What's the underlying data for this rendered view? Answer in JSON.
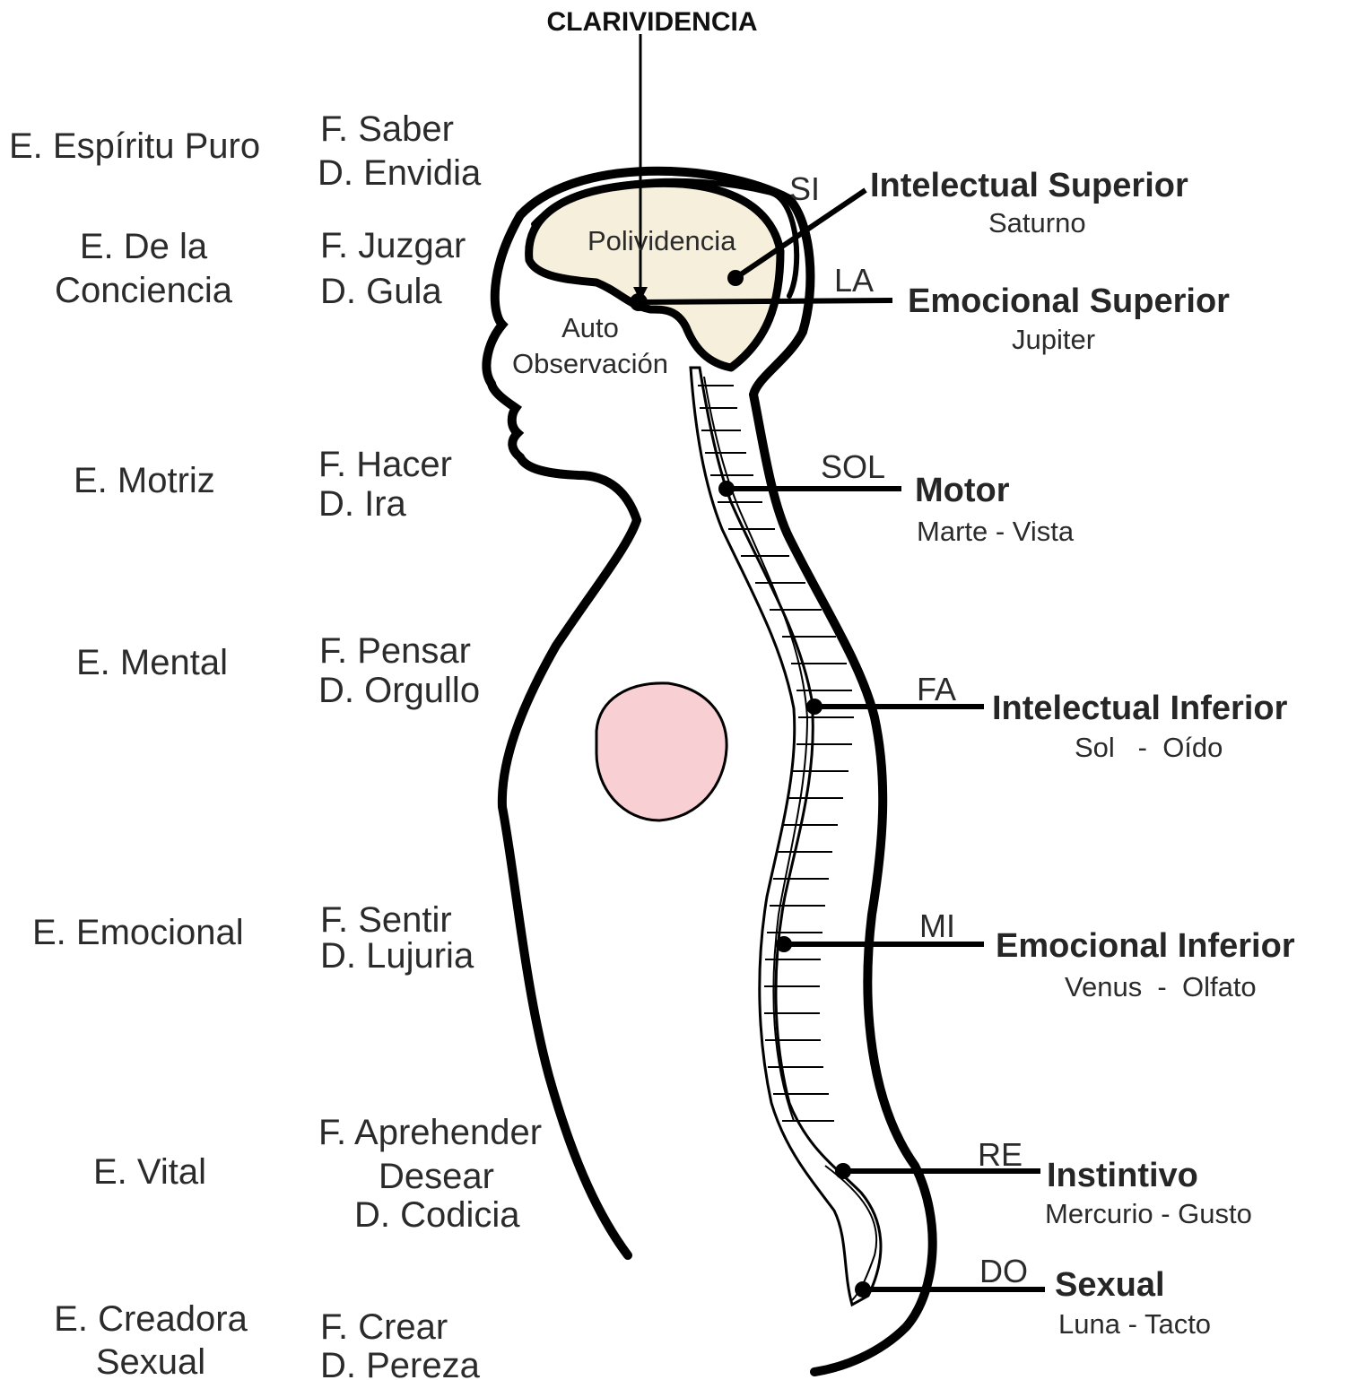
{
  "top_label": "CLARIVIDENCIA",
  "brain": {
    "label": "Polividencia",
    "sub1": "Auto",
    "sub2": "Observación"
  },
  "left_rows": [
    {
      "energy": "E. Espíritu Puro",
      "faculty": "F. Saber",
      "defect": "D. Envidia"
    },
    {
      "energy_line1": "E. De la",
      "energy_line2": "Conciencia",
      "faculty": "F. Juzgar",
      "defect": "D. Gula"
    },
    {
      "energy": "E. Motriz",
      "faculty": "F. Hacer",
      "defect": "D. Ira"
    },
    {
      "energy": "E. Mental",
      "faculty": "F. Pensar",
      "defect": "D. Orgullo"
    },
    {
      "energy": "E. Emocional",
      "faculty": "F. Sentir",
      "defect": "D. Lujuria"
    },
    {
      "energy": "E. Vital",
      "faculty_line1": "F. Aprehender",
      "faculty_line2": "Desear",
      "defect": "D. Codicia"
    },
    {
      "energy_line1": "E. Creadora",
      "energy_line2": "Sexual",
      "faculty": "F. Crear",
      "defect": "D. Pereza"
    }
  ],
  "centers": [
    {
      "note": "SI",
      "name": "Intelectual Superior",
      "sub": "Saturno"
    },
    {
      "note": "LA",
      "name": "Emocional Superior",
      "sub": "Jupiter"
    },
    {
      "note": "SOL",
      "name": "Motor",
      "sub": "Marte - Vista"
    },
    {
      "note": "FA",
      "name": "Intelectual Inferior",
      "sub": "Sol   -  Oído"
    },
    {
      "note": "MI",
      "name": "Emocional Inferior",
      "sub": "Venus  -  Olfato"
    },
    {
      "note": "RE",
      "name": "Instintivo",
      "sub": "Mercurio - Gusto"
    },
    {
      "note": "DO",
      "name": "Sexual",
      "sub": "Luna - Tacto"
    }
  ],
  "colors": {
    "brain_fill": "#f6efdc",
    "heart_fill": "#f8cfd3",
    "line": "#000000"
  }
}
